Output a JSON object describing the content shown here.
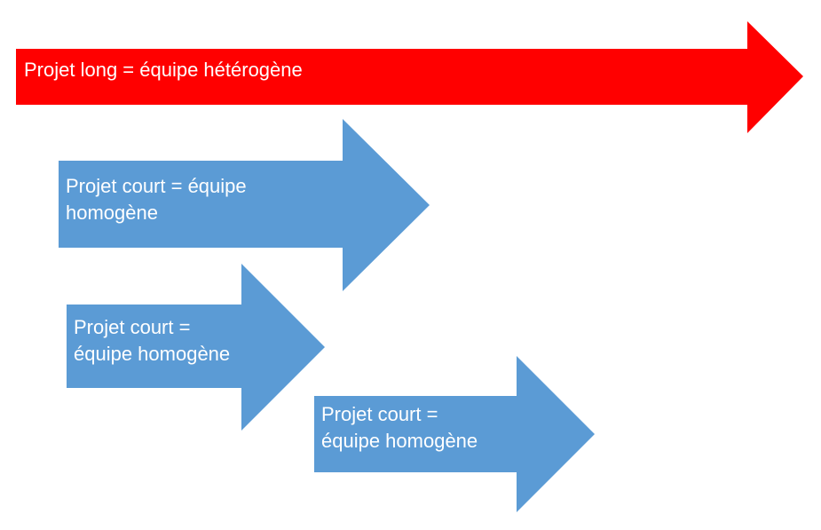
{
  "arrows": [
    {
      "label": "Projet long = équipe hétérogène",
      "color": "#ff0000"
    },
    {
      "label_line1": "Projet court = équipe",
      "label_line2": "homogène",
      "color": "#5b9bd5"
    },
    {
      "label_line1": "Projet court =",
      "label_line2": "équipe homogène",
      "color": "#5b9bd5"
    },
    {
      "label_line1": "Projet court =",
      "label_line2": "équipe homogène",
      "color": "#5b9bd5"
    }
  ]
}
